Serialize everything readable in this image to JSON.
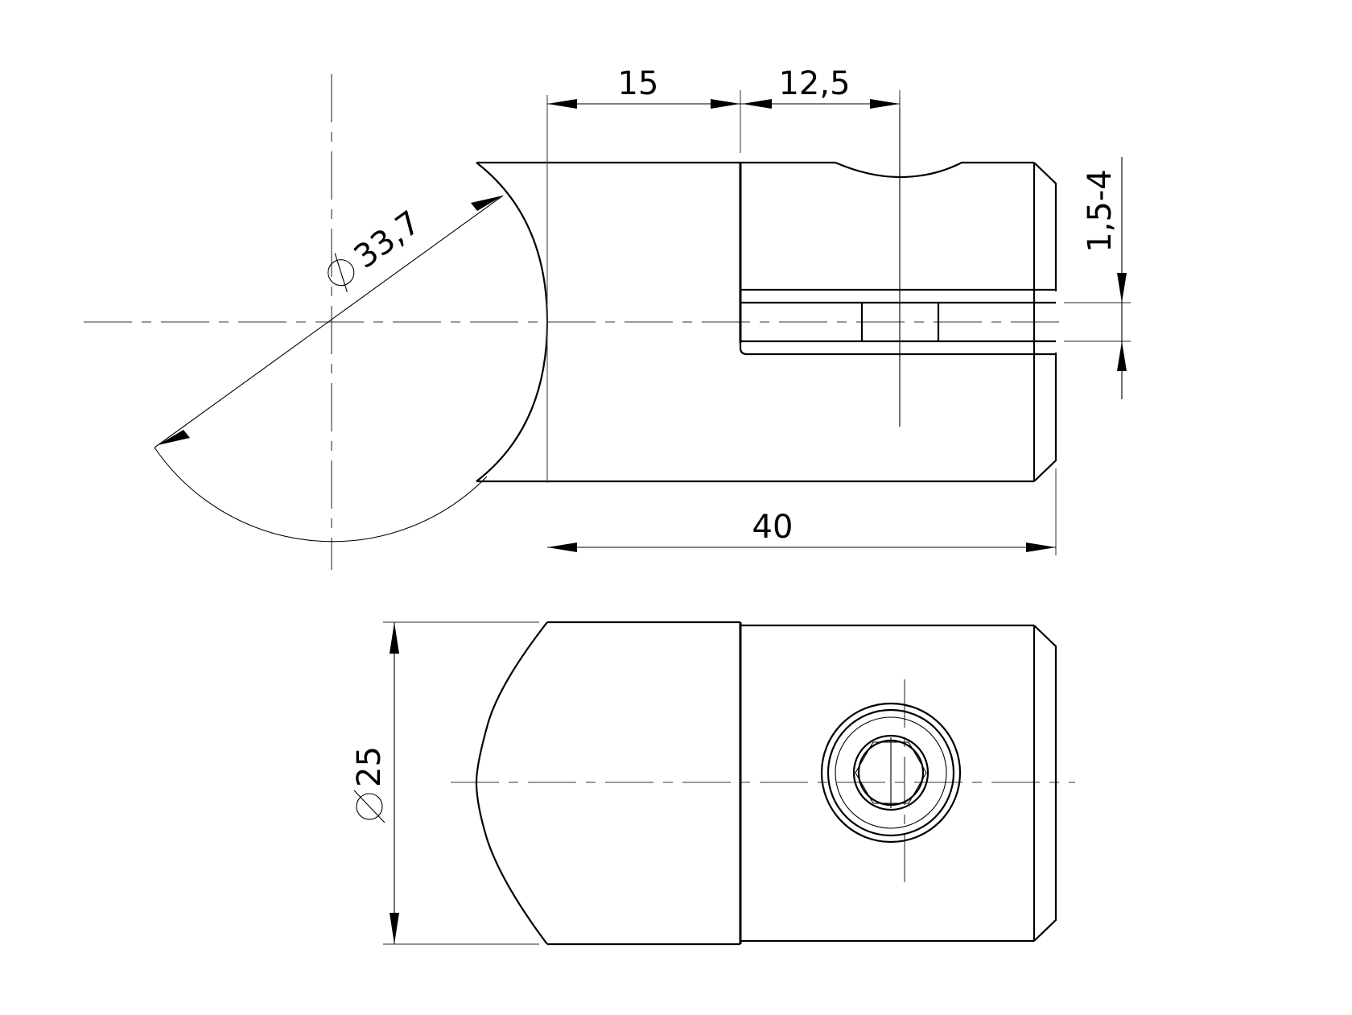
{
  "drawing": {
    "type": "technical-drawing",
    "subject": "tube-connector clamp, front and bottom views",
    "stroke_color": "#000000",
    "background_color": "#ffffff"
  },
  "dimensions": {
    "length_15": "15",
    "length_12_5": "12,5",
    "total_length": "40",
    "slot_width": "1,5-4",
    "tube_diameter": "33,7",
    "body_diameter": "25",
    "diameter_symbol": "⌀"
  },
  "views": [
    {
      "name": "front-view",
      "features": [
        "saddle-cut for tube ⌀33,7",
        "glass slot 1,5-4",
        "set screw"
      ]
    },
    {
      "name": "bottom-view",
      "features": [
        "body ⌀25",
        "set screw with hex socket"
      ]
    }
  ]
}
